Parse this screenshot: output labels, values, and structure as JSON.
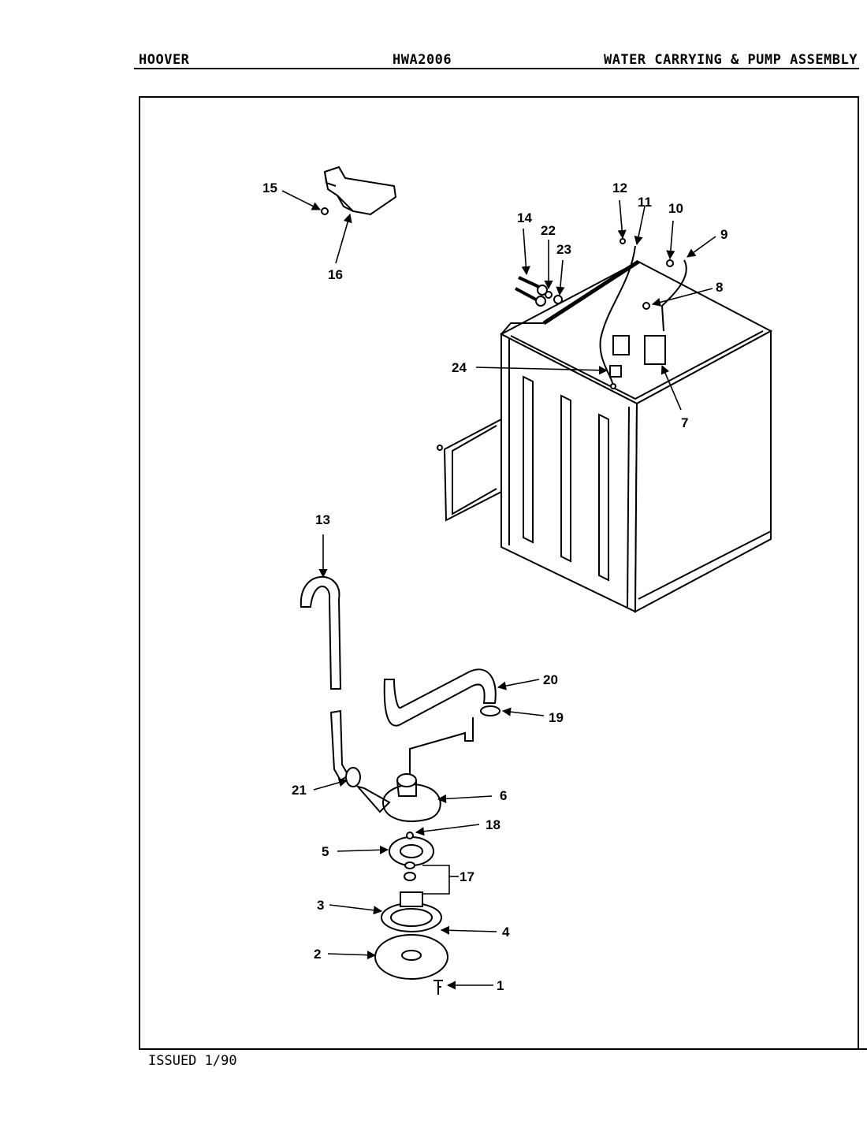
{
  "header": {
    "brand": "HOOVER",
    "model": "HWA2006",
    "title": "WATER CARRYING & PUMP ASSEMBLY"
  },
  "footer": {
    "issued": "ISSUED 1/90"
  },
  "callouts": [
    "1",
    "2",
    "3",
    "4",
    "5",
    "6",
    "7",
    "8",
    "9",
    "10",
    "11",
    "12",
    "13",
    "14",
    "15",
    "16",
    "17",
    "18",
    "19",
    "20",
    "21",
    "22",
    "23",
    "24"
  ]
}
